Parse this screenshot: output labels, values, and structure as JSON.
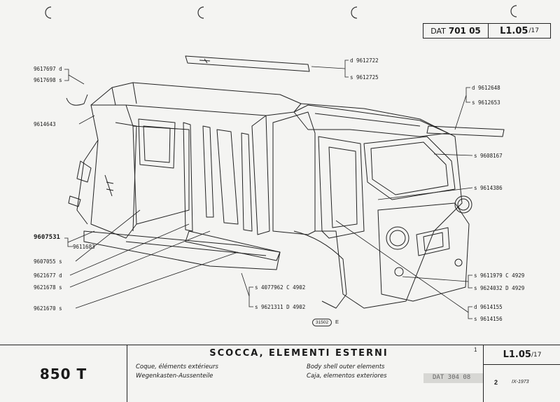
{
  "header": {
    "dat_label": "DAT",
    "dat_number": "701 05",
    "ref_main": "L1.05",
    "ref_sub": "/17"
  },
  "footer": {
    "model": "850 T",
    "title": "SCOCCA, ELEMENTI ESTERNI",
    "fr": "Coque, éléments extérieurs",
    "de": "Wegenkasten-Aussenteile",
    "en": "Body shell outer elements",
    "es": "Caja, elementos exteriores",
    "col_mark": "1",
    "ref_main": "L1.05",
    "ref_sub": "/17",
    "stamp": "DAT 304 08",
    "page_no": "2",
    "date": "IX-1973"
  },
  "figure": {
    "code": "31502",
    "letter": "E"
  },
  "callouts": {
    "c1": "9617697 d",
    "c2": "9617698 s",
    "c3": "9614643",
    "c4": "9607531",
    "c5": "9611683",
    "c6": "9607055 s",
    "c7": "9621677 d",
    "c8": "9621678 s",
    "c9": "9621670 s",
    "c10": "s 4077962 C 4902",
    "c11": "s 9621311 D 4902",
    "c12": "d 9612722",
    "c13": "s 9612725",
    "c14": "d 9612648",
    "c15": "s 9612653",
    "c16": "s 9608167",
    "c17": "s 9614386",
    "c18": "s 9611979 C 4929",
    "c19": "s 9624032 D 4929",
    "c20": "d 9614155",
    "c21": "s 9614156"
  }
}
